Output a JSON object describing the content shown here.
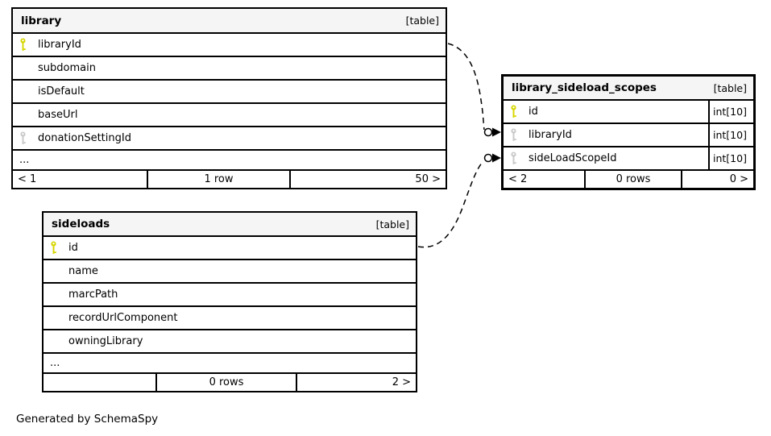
{
  "tables": [
    {
      "name": "library",
      "tag": "[table]",
      "columns": [
        {
          "name": "libraryId",
          "key": "primary"
        },
        {
          "name": "subdomain",
          "key": "none"
        },
        {
          "name": "isDefault",
          "key": "none"
        },
        {
          "name": "baseUrl",
          "key": "none"
        },
        {
          "name": "donationSettingId",
          "key": "foreign"
        }
      ],
      "ellipsis": "...",
      "footer": {
        "left": "< 1",
        "center": "1 row",
        "right": "50 >"
      }
    },
    {
      "name": "library_sideload_scopes",
      "tag": "[table]",
      "columns": [
        {
          "name": "id",
          "key": "primary",
          "type": "int[10]"
        },
        {
          "name": "libraryId",
          "key": "foreign",
          "type": "int[10]"
        },
        {
          "name": "sideLoadScopeId",
          "key": "foreign",
          "type": "int[10]"
        }
      ],
      "footer": {
        "left": "< 2",
        "center": "0 rows",
        "right": "0 >"
      }
    },
    {
      "name": "sideloads",
      "tag": "[table]",
      "columns": [
        {
          "name": "id",
          "key": "primary"
        },
        {
          "name": "name",
          "key": "none"
        },
        {
          "name": "marcPath",
          "key": "none"
        },
        {
          "name": "recordUrlComponent",
          "key": "none"
        },
        {
          "name": "owningLibrary",
          "key": "none"
        }
      ],
      "ellipsis": "...",
      "footer": {
        "left": "",
        "center": "0 rows",
        "right": "2 >"
      }
    }
  ],
  "relationships": [
    {
      "from": "library.libraryId",
      "to": "library_sideload_scopes.libraryId"
    },
    {
      "from": "sideloads.id",
      "to": "library_sideload_scopes.sideLoadScopeId"
    }
  ],
  "colors": {
    "primary_key": "#d6d600",
    "foreign_key": "#c9c9c9",
    "header_bg": "#f5f5f5",
    "border": "#000000"
  },
  "footer_note": "Generated by SchemaSpy"
}
